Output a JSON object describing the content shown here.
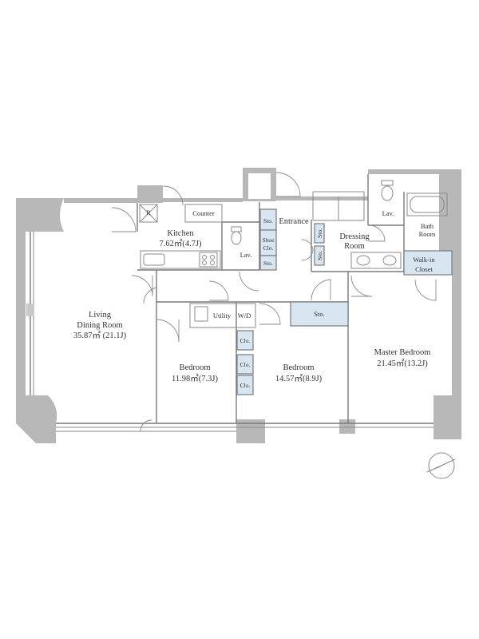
{
  "rooms": {
    "living": {
      "line1": "Living",
      "line2": "Dining Room",
      "line3": "35.87㎡ (21.1J)"
    },
    "kitchen": {
      "name": "Kitchen",
      "area": "7.62㎡(4.7J)"
    },
    "counter": "Counter",
    "refrigerator": "R",
    "lav1": "Lav.",
    "lav2": "Lav.",
    "entrance": "Entrance",
    "sto_entrance": "Sto.",
    "shoe_clo": {
      "line1": "Shoe",
      "line2": "Clo."
    },
    "sto_entrance2": "Sto.",
    "dressing": {
      "line1": "Dressing",
      "line2": "Room"
    },
    "sto_dressing1": "Sto.",
    "sto_dressing2": "Sto.",
    "bath": {
      "line1": "Bath",
      "line2": "Room"
    },
    "walkin": {
      "line1": "Walk-in",
      "line2": "Closet"
    },
    "utility": "Utility",
    "wd": "W/D",
    "sto_bed2": "Sto.",
    "clo1": "Clo.",
    "clo2": "Clo.",
    "clo3": "Clo.",
    "bedroom1": {
      "name": "Bedroom",
      "area": "11.98㎡(7.3J)"
    },
    "bedroom2": {
      "name": "Bedroom",
      "area": "14.57㎡(8.9J)"
    },
    "master": {
      "name": "Master Bedroom",
      "area": "21.45㎡(13.2J)"
    }
  },
  "colors": {
    "wall": "#b8b8b8",
    "storage": "#d7e6f1",
    "line": "#7a7a7a"
  },
  "icons": {
    "compass": "north-arrow-icon"
  }
}
